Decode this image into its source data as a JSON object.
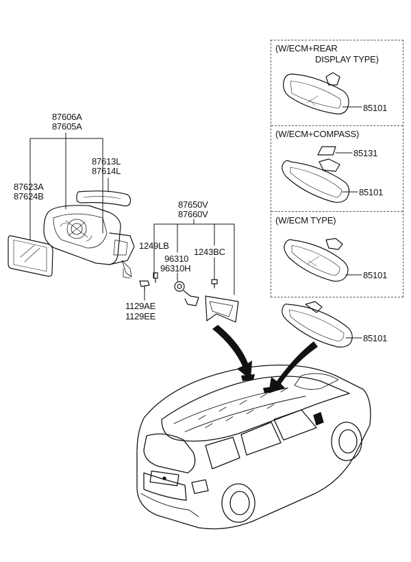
{
  "options": {
    "rear_display": {
      "header_line1": "(W/ECM+REAR",
      "header_line2": "DISPLAY TYPE)",
      "part": "85101"
    },
    "compass": {
      "header": "(W/ECM+COMPASS)",
      "part_compass": "85131",
      "part_mirror": "85101"
    },
    "ecm": {
      "header": "(W/ECM TYPE)",
      "part": "85101"
    }
  },
  "labels": {
    "outside_mirror_assy": [
      "87606A",
      "87605A"
    ],
    "mirror_cover": [
      "87613L",
      "87614L"
    ],
    "mirror_glass": [
      "87623A",
      "87624B"
    ],
    "triangle_cover": [
      "87650V",
      "87660V"
    ],
    "screw_a": "1249LB",
    "lamp": [
      "96310",
      "96310H"
    ],
    "screw_b": "1243BC",
    "bolt": [
      "1129AE",
      "1129EE"
    ],
    "inside_mirror": "85101"
  },
  "colors": {
    "line": "#111111",
    "dash": "#555555",
    "paper": "#ffffff"
  }
}
